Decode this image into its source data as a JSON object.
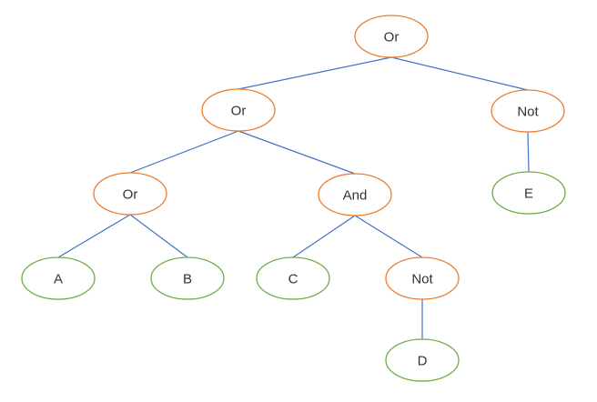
{
  "diagram": {
    "type": "expression-tree",
    "colors": {
      "operator": "#ED7D31",
      "leaf": "#70AD47",
      "edge": "#4472C4",
      "text": "#333333",
      "background": "#FFFFFF"
    },
    "nodes": [
      {
        "id": "or-root",
        "label": "Or",
        "kind": "operator"
      },
      {
        "id": "or-l2",
        "label": "Or",
        "kind": "operator"
      },
      {
        "id": "not-l2",
        "label": "Not",
        "kind": "operator"
      },
      {
        "id": "or-l3",
        "label": "Or",
        "kind": "operator"
      },
      {
        "id": "and-l3",
        "label": "And",
        "kind": "operator"
      },
      {
        "id": "e",
        "label": "E",
        "kind": "leaf"
      },
      {
        "id": "a",
        "label": "A",
        "kind": "leaf"
      },
      {
        "id": "b",
        "label": "B",
        "kind": "leaf"
      },
      {
        "id": "c",
        "label": "C",
        "kind": "leaf"
      },
      {
        "id": "not-l4",
        "label": "Not",
        "kind": "operator"
      },
      {
        "id": "d",
        "label": "D",
        "kind": "leaf"
      }
    ],
    "edges": [
      {
        "from": "or-root",
        "to": "or-l2"
      },
      {
        "from": "or-root",
        "to": "not-l2"
      },
      {
        "from": "or-l2",
        "to": "or-l3"
      },
      {
        "from": "or-l2",
        "to": "and-l3"
      },
      {
        "from": "not-l2",
        "to": "e"
      },
      {
        "from": "or-l3",
        "to": "a"
      },
      {
        "from": "or-l3",
        "to": "b"
      },
      {
        "from": "and-l3",
        "to": "c"
      },
      {
        "from": "and-l3",
        "to": "not-l4"
      },
      {
        "from": "not-l4",
        "to": "d"
      }
    ]
  }
}
